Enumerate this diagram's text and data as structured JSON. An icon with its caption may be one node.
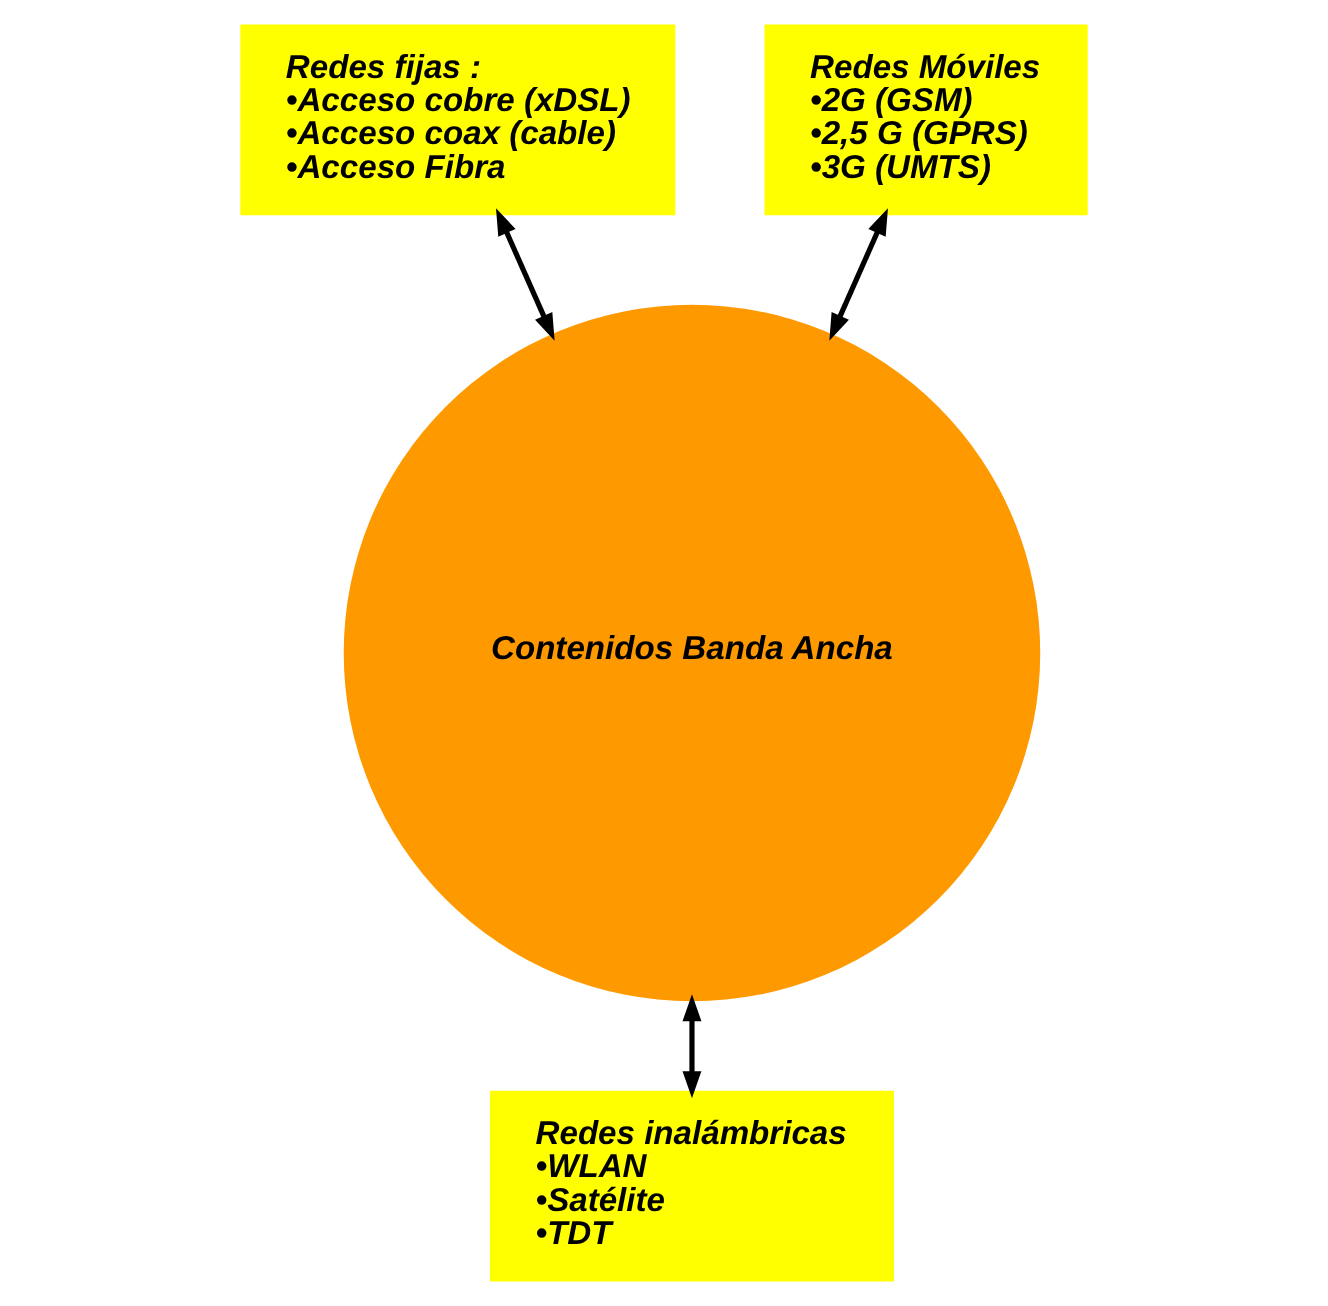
{
  "diagram": {
    "nodes": [
      {
        "text": [
          "Redes fijas :",
          "•Acceso cobre (xDSL)",
          "•Acceso coax (cable)",
          "•Acceso Fibra"
        ]
      },
      {
        "text": [
          "Redes Móviles",
          "•2G (GSM)",
          "•2,5 G (GPRS)",
          "•3G (UMTS)"
        ]
      },
      {
        "text": [
          "Contenidos Banda Ancha"
        ]
      },
      {
        "text": [
          "Redes inalámbricas",
          "•WLAN",
          "•Satélite",
          "•TDT"
        ]
      }
    ],
    "edges": [
      {
        "from": 0,
        "to": 2,
        "arrow": "both"
      },
      {
        "from": 1,
        "to": 2,
        "arrow": "both"
      },
      {
        "from": 2,
        "to": 3,
        "arrow": "both"
      }
    ]
  }
}
